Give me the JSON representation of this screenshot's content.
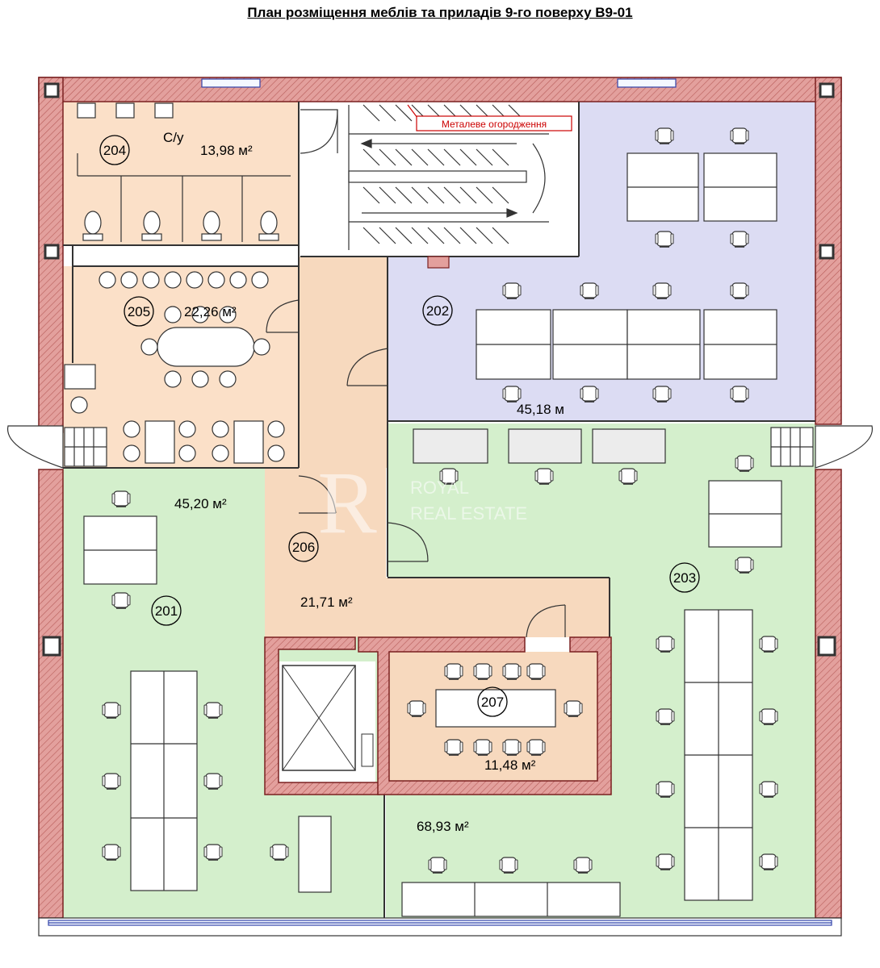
{
  "title": "План розміщення меблів та приладів 9-го поверху В9-01",
  "colors": {
    "wall": "#e3a09d",
    "wall_stroke": "#7a2020",
    "wc_room": "#fbe0c8",
    "corridor": "#f7d9be",
    "office_202": "#dcdcf3",
    "office_green": "#d4efcc",
    "railing": "#cc0000"
  },
  "annotation": "Металеве огородження",
  "watermark": {
    "line1": "ROYAL",
    "line2": "REAL ESTATE"
  },
  "rooms": [
    {
      "id": "204",
      "area": "13,98 м²",
      "name": "С/у"
    },
    {
      "id": "205",
      "area": "22,26 м²"
    },
    {
      "id": "202",
      "area": "45,18 м"
    },
    {
      "id": "201",
      "area": "45,20 м²"
    },
    {
      "id": "206",
      "area": "21,71 м²"
    },
    {
      "id": "203",
      "area": "68,93 м²"
    },
    {
      "id": "207",
      "area": "11,48 м²"
    }
  ]
}
